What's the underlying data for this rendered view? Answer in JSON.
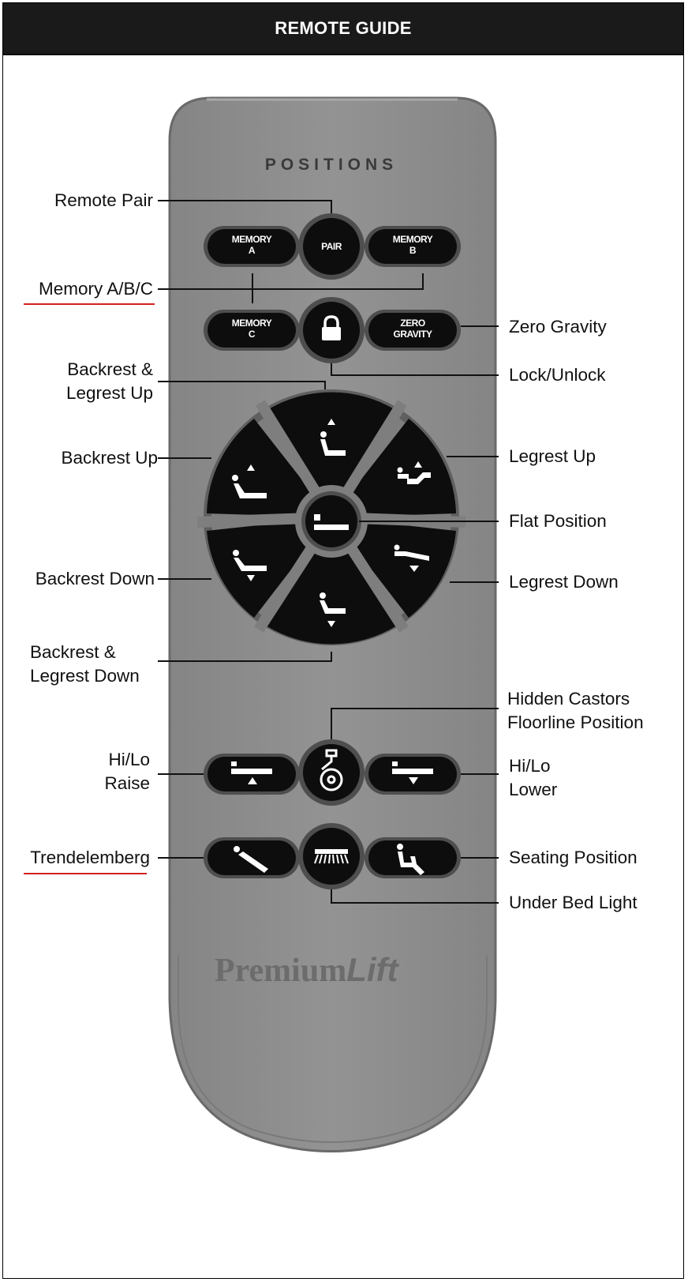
{
  "header": {
    "title": "REMOTE GUIDE"
  },
  "remote": {
    "section_title": "POSITIONS",
    "brand_main": "Premium",
    "brand_italic": "Lift",
    "buttons": {
      "memory_a": [
        "MEMORY",
        "A"
      ],
      "pair": "PAIR",
      "memory_b": [
        "MEMORY",
        "B"
      ],
      "memory_c": [
        "MEMORY",
        "C"
      ],
      "zero_gravity": [
        "ZERO",
        "GRAVITY"
      ]
    }
  },
  "labels": {
    "remote_pair": "Remote Pair",
    "memory_abc": "Memory A/B/C",
    "zero_gravity": "Zero Gravity",
    "lock_unlock": "Lock/Unlock",
    "backrest_legrest_up_1": "Backrest &",
    "backrest_legrest_up_2": "Legrest Up",
    "backrest_up": "Backrest Up",
    "legrest_up": "Legrest Up",
    "flat_position": "Flat Position",
    "backrest_down": "Backrest Down",
    "legrest_down": "Legrest Down",
    "backrest_legrest_down_1": "Backrest &",
    "backrest_legrest_down_2": "Legrest Down",
    "hidden_castors_1": "Hidden Castors",
    "hidden_castors_2": "Floorline Position",
    "hilo_raise_1": "Hi/Lo",
    "hilo_raise_2": "Raise",
    "hilo_lower_1": "Hi/Lo",
    "hilo_lower_2": "Lower",
    "trendelemberg": "Trendelemberg",
    "seating_position": "Seating Position",
    "under_bed_light": "Under Bed Light"
  },
  "colors": {
    "header_bg": "#1a1a1a",
    "remote_body": "#8e8e8e",
    "button": "#0d0d0d",
    "underline": "#d42020"
  }
}
